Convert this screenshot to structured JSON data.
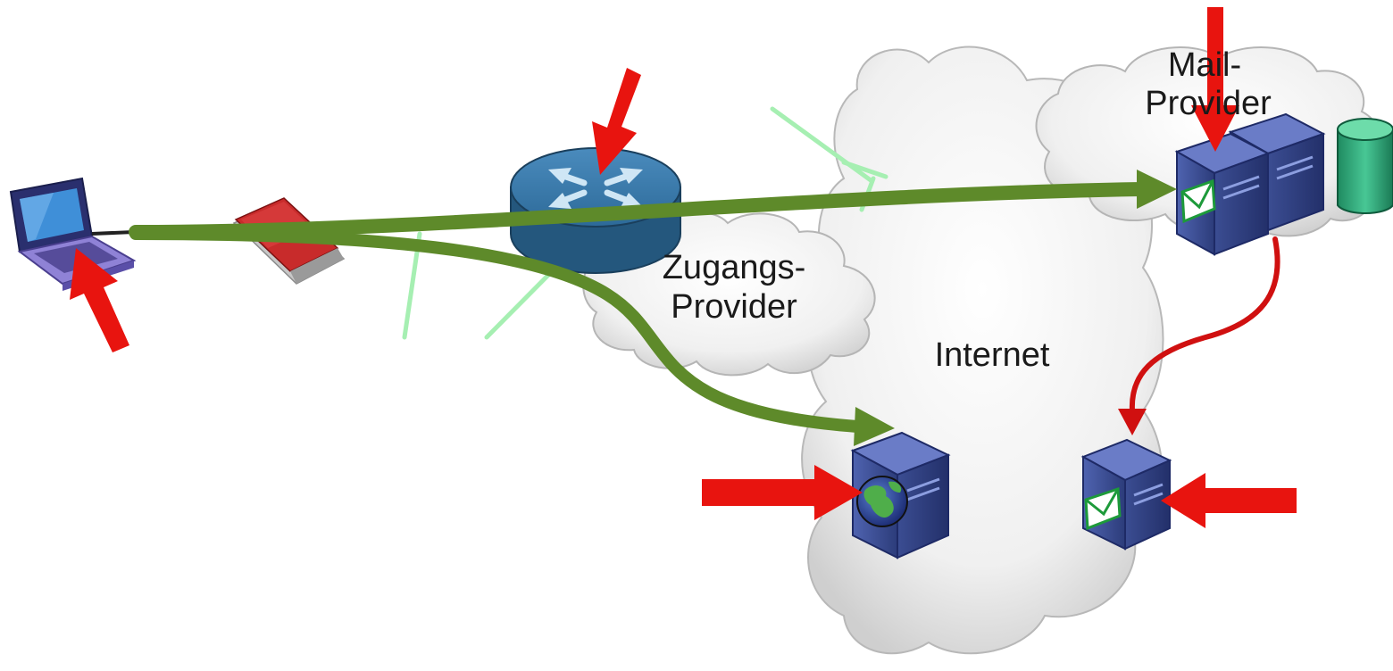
{
  "labels": {
    "mail_provider_line1": "Mail-",
    "mail_provider_line2": "Provider",
    "access_provider_line1": "Zugangs-",
    "access_provider_line2": "Provider",
    "internet": "Internet"
  },
  "colors": {
    "path_green": "#5e8a2a",
    "arrow_red": "#e8140f",
    "mail_redirect": "#d01010",
    "wireless_green": "#a6efb2",
    "router_blue": "#2f6e9c",
    "server_blue": "#3a4f95",
    "database_green": "#2fa47a",
    "cloud_fill": "#f2f2f2"
  },
  "icons": [
    "laptop-icon",
    "dsl-modem-icon",
    "router-icon",
    "web-server-icon",
    "mail-server-icon",
    "database-icon",
    "globe-icon",
    "envelope-icon"
  ]
}
